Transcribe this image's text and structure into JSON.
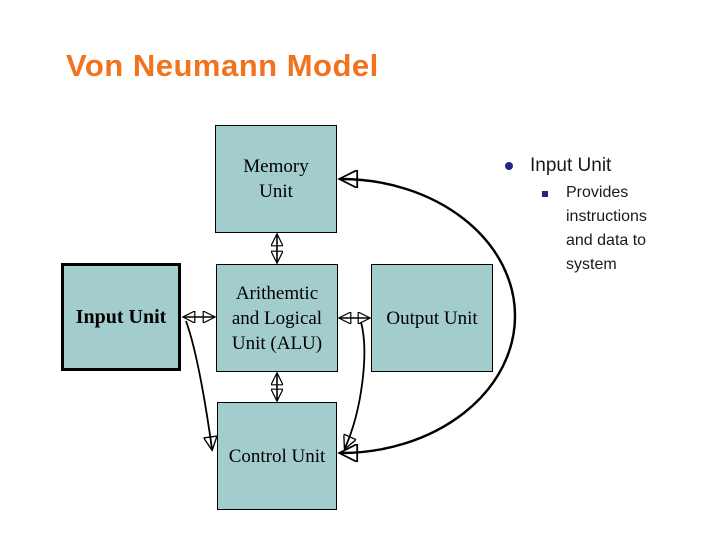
{
  "slide": {
    "title": "Von Neumann Model"
  },
  "colors": {
    "title_accent": "#F2731D",
    "box_fill": "#A3CCCC",
    "box_border": "#000000",
    "bullet_marker": "#26267F",
    "body_text": "#1A1A1A",
    "arrow": "#000000"
  },
  "diagram": {
    "boxes": {
      "memory": {
        "lines": [
          "Memory",
          "Unit"
        ]
      },
      "input": {
        "lines": [
          "Input Unit"
        ]
      },
      "alu": {
        "lines": [
          "Arithemtic",
          "and Logical",
          "Unit (ALU)"
        ]
      },
      "output": {
        "lines": [
          "Output Unit"
        ]
      },
      "control": {
        "lines": [
          "Control Unit"
        ]
      }
    },
    "connectors": [
      "memory-alu-bidirectional",
      "input-alu-bidirectional",
      "alu-output-bidirectional",
      "alu-control-bidirectional",
      "input-bus-curve-to-control",
      "output-bus-curve-to-control",
      "memory-control-right-arc-bidirectional"
    ]
  },
  "bullets": {
    "items": [
      {
        "label": "Input Unit",
        "sub_lines": [
          "Provides",
          "instructions",
          "and data to",
          "system"
        ]
      }
    ]
  }
}
